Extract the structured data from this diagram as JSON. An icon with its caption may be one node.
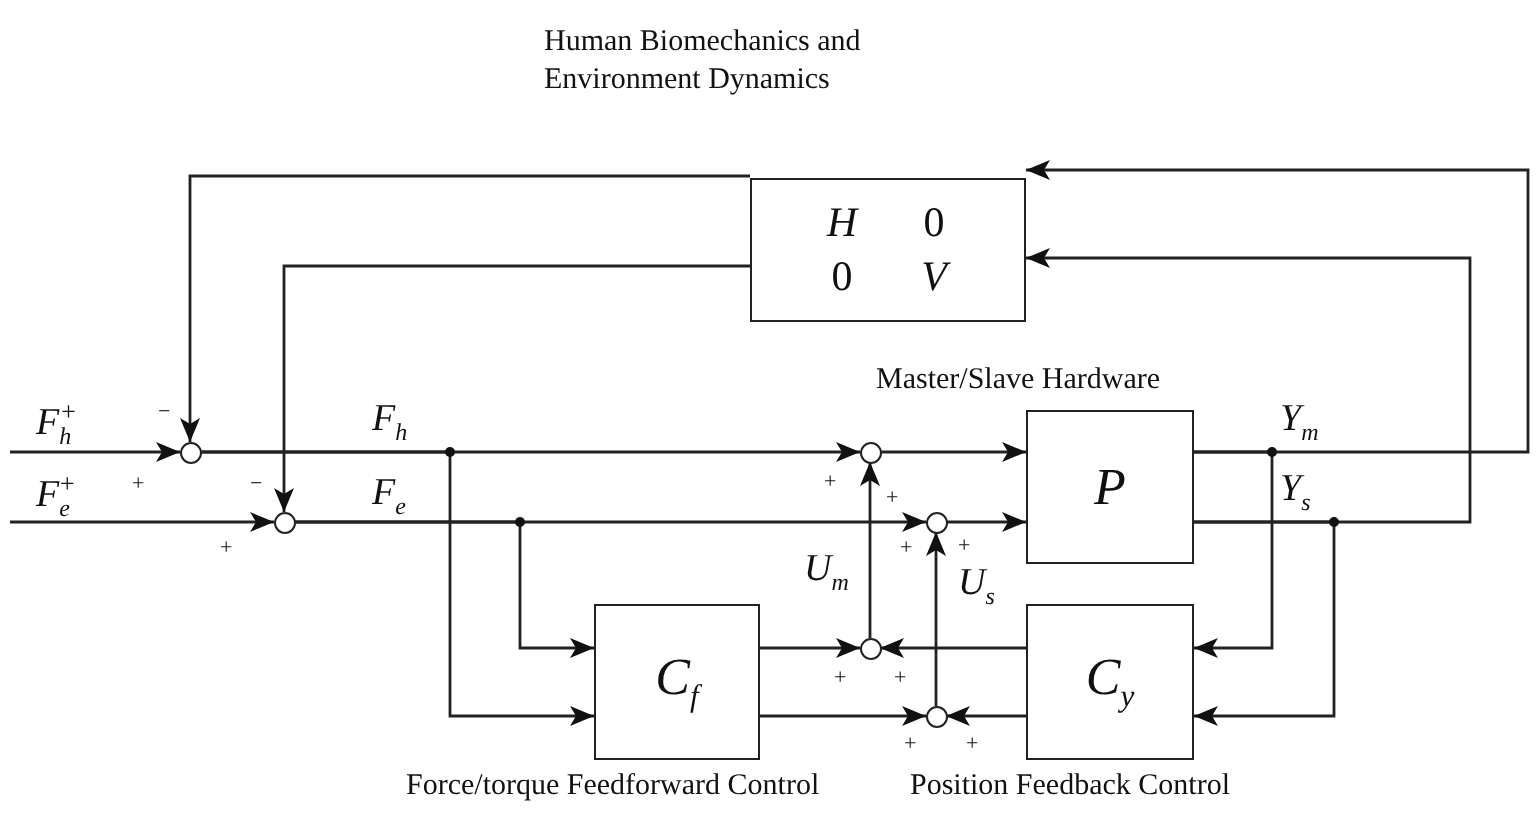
{
  "diagram": {
    "nodes": [
      {
        "text": [
          "H",
          "0",
          "0",
          "V"
        ],
        "beside": [
          "Human Biomechanics and Environment Dynamics"
        ]
      },
      {
        "text": [],
        "shape": "circle"
      },
      {
        "text": [],
        "shape": "circle"
      },
      {
        "text": [],
        "shape": "circle"
      },
      {
        "text": [],
        "shape": "circle"
      },
      {
        "text": [
          "P"
        ],
        "beside": [
          "Master/Slave Hardware"
        ]
      },
      {
        "text": [
          "C$_{f}$"
        ],
        "beside": [
          "Force/torque Feedforward Control"
        ]
      },
      {
        "text": [],
        "shape": "circle"
      },
      {
        "text": [],
        "shape": "circle"
      },
      {
        "text": [
          "C$_{y}$"
        ],
        "beside": [
          "Position Feedback Control"
        ]
      }
    ],
    "edges": [
      {
        "from": null,
        "to": 1,
        "arrow": "to",
        "label": "F$_{h}$$^{+}$"
      },
      {
        "from": null,
        "to": 2,
        "arrow": "to",
        "label": "F$_{e}$$^{+}$"
      },
      {
        "from": 0,
        "to": 1,
        "arrow": "to"
      },
      {
        "from": 0,
        "to": 2,
        "arrow": "to"
      },
      {
        "from": 1,
        "to": 3,
        "arrow": "to",
        "label": "F$_{h}$"
      },
      {
        "from": 2,
        "to": 4,
        "arrow": "to",
        "label": "F$_{e}$"
      },
      {
        "from": 1,
        "to": 6,
        "arrow": "to"
      },
      {
        "from": 2,
        "to": 6,
        "arrow": "to"
      },
      {
        "from": 3,
        "to": 5,
        "arrow": "to"
      },
      {
        "from": 4,
        "to": 5,
        "arrow": "to"
      },
      {
        "from": 6,
        "to": 7,
        "arrow": "to"
      },
      {
        "from": 6,
        "to": 8,
        "arrow": "to"
      },
      {
        "from": 9,
        "to": 7,
        "arrow": "to"
      },
      {
        "from": 9,
        "to": 8,
        "arrow": "to"
      },
      {
        "from": 7,
        "to": 3,
        "arrow": "to",
        "label": "U$_{m}$"
      },
      {
        "from": 8,
        "to": 4,
        "arrow": "to",
        "label": "U$_{s}$"
      },
      {
        "from": 5,
        "to": 0,
        "arrow": "to",
        "label": "Y$_{m}$"
      },
      {
        "from": 5,
        "to": 0,
        "arrow": "to",
        "label": "Y$_{s}$"
      },
      {
        "from": 5,
        "to": 9,
        "arrow": "to"
      },
      {
        "from": 5,
        "to": 9,
        "arrow": "to"
      }
    ],
    "labels": [
      "−",
      "+",
      "−",
      "+",
      "+",
      "+",
      "+",
      "+",
      "+",
      "+",
      "+",
      "+"
    ]
  }
}
